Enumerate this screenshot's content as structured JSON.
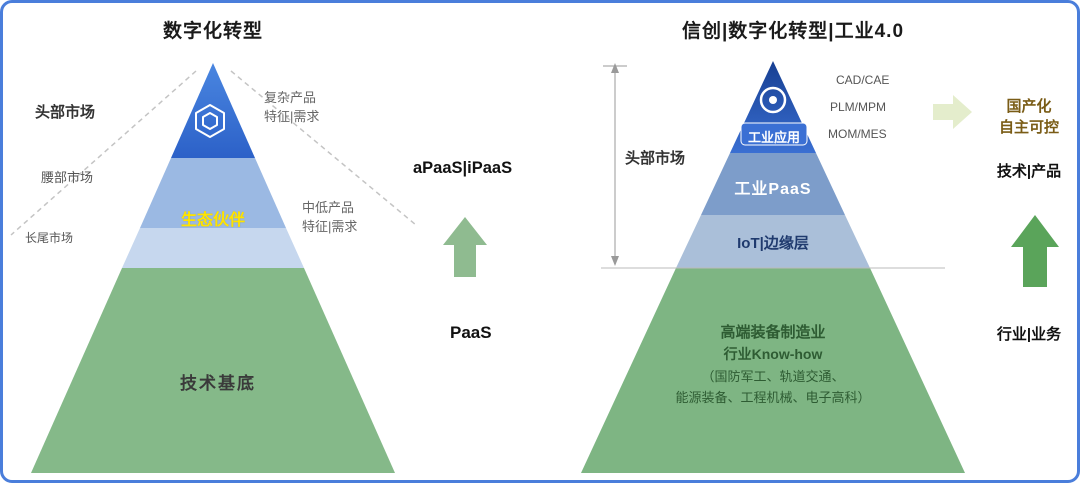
{
  "left": {
    "title": "数字化转型",
    "markets": {
      "top": "头部市场",
      "mid": "腰部市场",
      "tail": "长尾市场"
    },
    "annotations": {
      "complex_l1": "复杂产品",
      "complex_l2": "特征|需求",
      "midlow_l1": "中低产品",
      "midlow_l2": "特征|需求"
    },
    "layers": {
      "partners": "生态伙伴",
      "base": "技术基底"
    },
    "side_labels": {
      "apaas": "aPaaS|iPaaS",
      "paas": "PaaS"
    }
  },
  "right": {
    "title": "信创|数字化转型|工业4.0",
    "market": "头部市场",
    "layers": {
      "app": "工业应用",
      "paas": "工业PaaS",
      "iot": "IoT|边缘层",
      "body_l1": "高端装备制造业",
      "body_l2": "行业Know-how",
      "body_l3": "（国防军工、轨道交通、",
      "body_l4": "能源装备、工程机械、电子高科）"
    },
    "tech_labels": [
      "CAD/CAE",
      "PLM/MPM",
      "MOM/MES"
    ],
    "side_labels": {
      "local_l1": "国产化",
      "local_l2": "自主可控",
      "tech": "技术|产品",
      "biz": "行业|业务"
    }
  },
  "colors": {
    "border": "#4a7edb",
    "left_top_blue": "#3a74d6",
    "left_band1": "#9bb9e3",
    "left_band2": "#c6d7ee",
    "green": "#85b989",
    "right_top_blue": "#1d4aa0",
    "right_band1": "#7d9dca",
    "right_band2": "#aabfd9",
    "chip_blue": "#3b70d4",
    "arrow_green_muted": "#8fbb90",
    "arrow_green": "#5aa45a",
    "arrow_pale": "#e4edcc",
    "partner_yellow": "#ffe400"
  }
}
